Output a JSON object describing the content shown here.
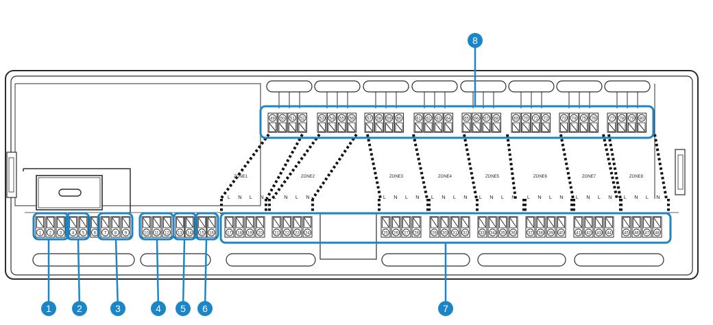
{
  "callouts": [
    "1",
    "2",
    "3",
    "4",
    "5",
    "6",
    "7",
    "8"
  ],
  "zones": [
    "ZONE1",
    "ZONE2",
    "ZONE3",
    "ZONE4",
    "ZONE5",
    "ZONE6",
    "ZONE7",
    "ZONE8"
  ],
  "ln_labels": [
    "L",
    "N",
    "L",
    "N"
  ],
  "top_terminals": [
    [
      "49",
      "50",
      "51",
      "52"
    ],
    [
      "53",
      "54",
      "55",
      "56"
    ],
    [
      "57",
      "58",
      "59",
      "60"
    ],
    [
      "61",
      "62",
      "63",
      "64"
    ],
    [
      "65",
      "66",
      "67",
      "68"
    ],
    [
      "69",
      "70",
      "71",
      "72"
    ],
    [
      "73",
      "74",
      "75",
      "76"
    ],
    [
      "77",
      "78",
      "79",
      "80"
    ]
  ],
  "left_terminals": [
    "1",
    "2",
    "3",
    "4",
    "5",
    "6",
    "7",
    "8",
    "9"
  ],
  "mid_terminals": [
    "10",
    "11",
    "12",
    "13",
    "14",
    "15",
    "16"
  ],
  "zone_terminals": [
    [
      "17",
      "18",
      "19",
      "20"
    ],
    [
      "21",
      "22",
      "23",
      "24"
    ],
    [
      "25",
      "26",
      "27",
      "28"
    ],
    [
      "29",
      "30",
      "31",
      "32"
    ],
    [
      "33",
      "34",
      "35",
      "36"
    ],
    [
      "37",
      "38",
      "39",
      "40"
    ],
    [
      "41",
      "42",
      "43",
      "44"
    ],
    [
      "45",
      "46",
      "47",
      "48"
    ]
  ],
  "colors": {
    "accent": "#1a86c8",
    "outline": "#2b2b2b",
    "callout_text": "#ffffff"
  }
}
